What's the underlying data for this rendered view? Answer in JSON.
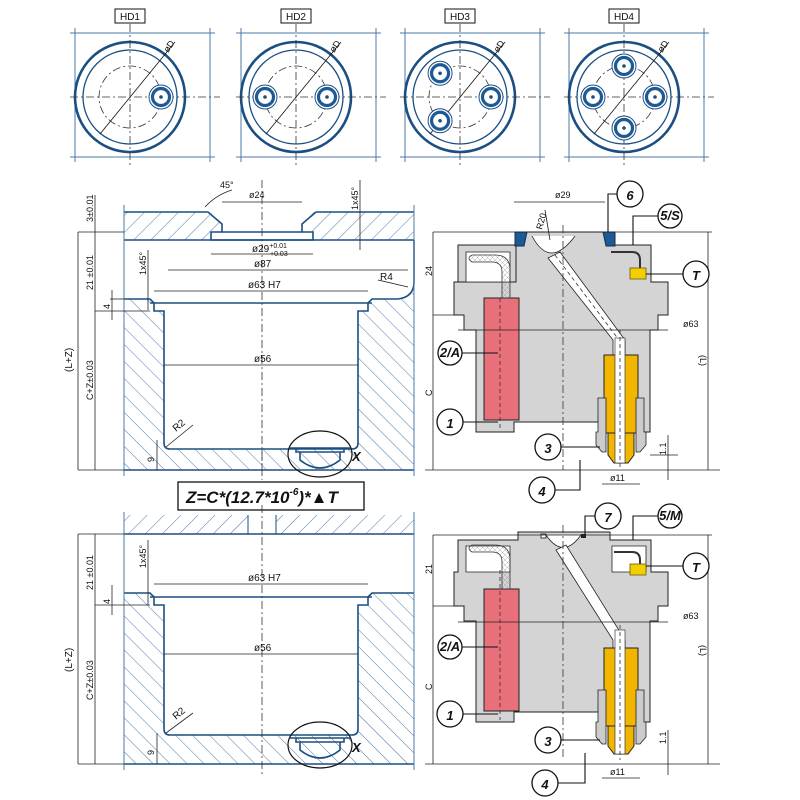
{
  "title": "Hot runner nozzle installation drawing",
  "colors": {
    "outline": "#1b4f82",
    "hatch": "#4a7aa8",
    "body": "#d4d4d4",
    "heater": "#e8707a",
    "nozzle_tip": "#f2b600",
    "seal_ring": "#1d5a94",
    "thermocouple": "#f2cf00"
  },
  "layouts": [
    {
      "label": "HD1",
      "drop_count": 1,
      "diameter_label": "øD"
    },
    {
      "label": "HD2",
      "drop_count": 2,
      "diameter_label": "øD"
    },
    {
      "label": "HD3",
      "drop_count": 3,
      "diameter_label": "øD"
    },
    {
      "label": "HD4",
      "drop_count": 4,
      "diameter_label": "øD"
    }
  ],
  "section_top": {
    "dims": {
      "top_plate": "3±0.01",
      "chamfer_angle": "45°",
      "bore_top": "ø24",
      "chamfer_right": "1x45°",
      "seat": "ø29",
      "seat_tol_upper": "+0.01",
      "seat_tol_lower": "+0.03",
      "pocket": "ø87",
      "radius_r4": "R4",
      "height_21": "21 ±0.01",
      "chamfer_left": "1x45°",
      "flange": "ø63 H7",
      "step_4": "4",
      "height_24": "24",
      "overall": "(L+Z)",
      "cavity": "C+Z±0.03",
      "bore": "ø56",
      "radius_r2": "R2",
      "bottom_9": "9",
      "detail": "X",
      "right_c": "C"
    }
  },
  "formula": {
    "lhs": "Z=C*(12.7*10",
    "exp": "-6",
    "rhs": ")*▲T"
  },
  "section_bottom": {
    "dims": {
      "height_21": "21 ±0.01",
      "chamfer_left": "1x45°",
      "flange": "ø63 H7",
      "step_4": "4",
      "overall": "(L+Z)",
      "cavity": "C+Z±0.03",
      "bore": "ø56",
      "radius_r2": "R2",
      "bottom_9": "9",
      "detail": "X",
      "right_21": "21",
      "right_c": "C"
    }
  },
  "nozzle_top": {
    "dims": {
      "seat": "ø29",
      "radius": "R20",
      "height_24": "24",
      "flange": "ø63",
      "length": "(L)",
      "c": "C",
      "tip_offset": "1.1",
      "tip_dia": "ø11"
    },
    "callouts": [
      "6",
      "5/S",
      "T",
      "2/A",
      "1",
      "3",
      "4"
    ]
  },
  "nozzle_bottom": {
    "dims": {
      "height_21": "21",
      "flange": "ø63",
      "length": "(L)",
      "c": "C",
      "tip_offset": "1.1",
      "tip_dia": "ø11"
    },
    "callouts": [
      "7",
      "5/M",
      "T",
      "2/A",
      "1",
      "3",
      "4"
    ]
  }
}
